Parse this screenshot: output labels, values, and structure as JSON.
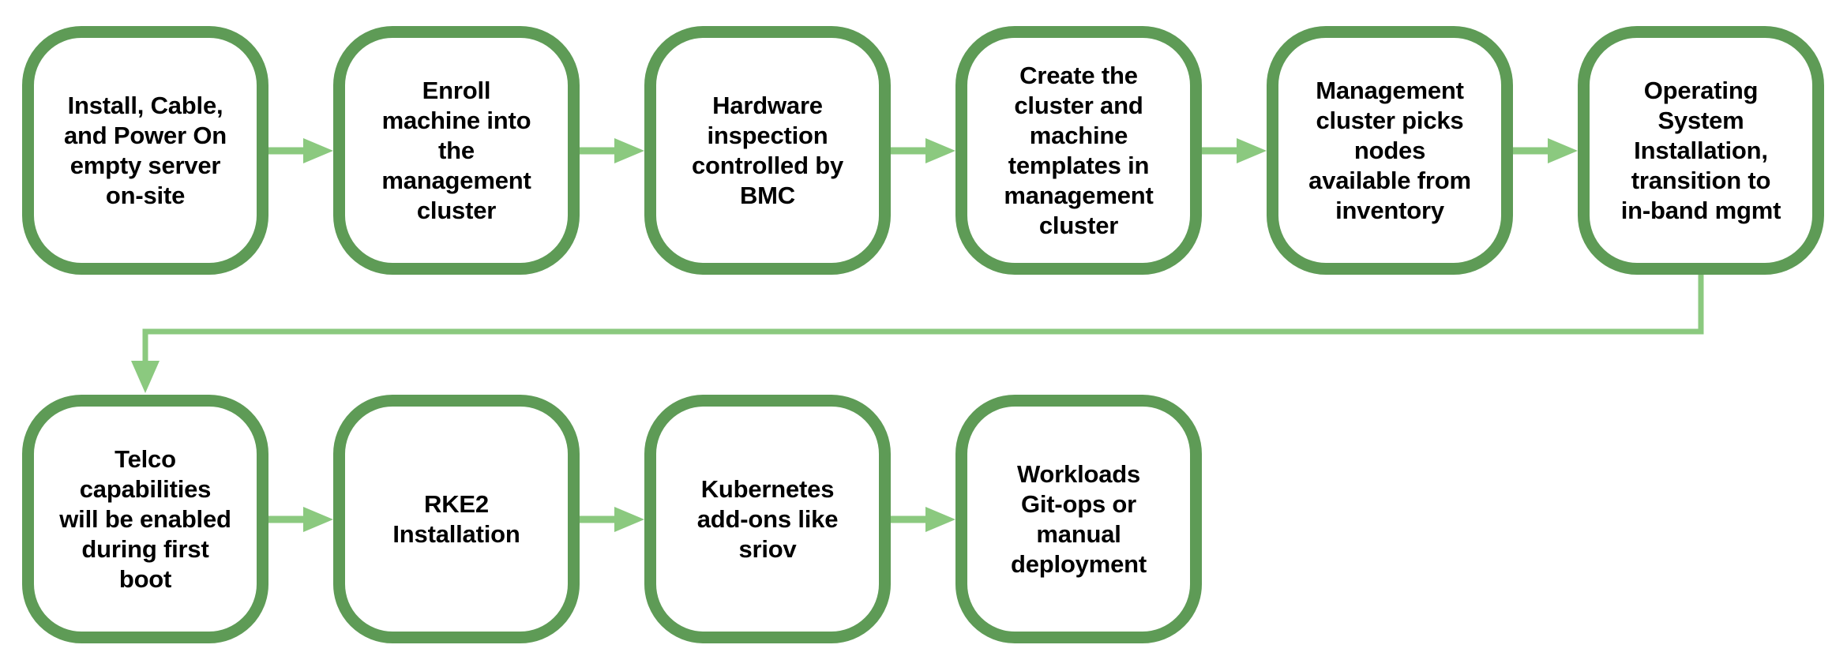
{
  "colors": {
    "node_border": "#5e9b56",
    "arrow": "#8bc97f",
    "text": "#000000",
    "background": "#ffffff"
  },
  "nodes": {
    "top_row": [
      {
        "id": "step-1",
        "label": "Install, Cable,\nand Power On\nempty server\non-site"
      },
      {
        "id": "step-2",
        "label": "Enroll\nmachine into\nthe\nmanagement\ncluster"
      },
      {
        "id": "step-3",
        "label": "Hardware\ninspection\ncontrolled by\nBMC"
      },
      {
        "id": "step-4",
        "label": "Create the\ncluster and\nmachine\ntemplates in\nmanagement\ncluster"
      },
      {
        "id": "step-5",
        "label": "Management\ncluster picks\nnodes\navailable from\ninventory"
      },
      {
        "id": "step-6",
        "label": "Operating\nSystem\nInstallation,\ntransition to\nin-band mgmt"
      }
    ],
    "bottom_row": [
      {
        "id": "step-7",
        "label": "Telco\ncapabilities\nwill be enabled\nduring first\nboot"
      },
      {
        "id": "step-8",
        "label": "RKE2\nInstallation"
      },
      {
        "id": "step-9",
        "label": "Kubernetes\nadd-ons like\nsriov"
      },
      {
        "id": "step-10",
        "label": "Workloads\nGit-ops or\nmanual\ndeployment"
      }
    ]
  },
  "edges": [
    {
      "from": "step-1",
      "to": "step-2"
    },
    {
      "from": "step-2",
      "to": "step-3"
    },
    {
      "from": "step-3",
      "to": "step-4"
    },
    {
      "from": "step-4",
      "to": "step-5"
    },
    {
      "from": "step-5",
      "to": "step-6"
    },
    {
      "from": "step-6",
      "to": "step-7"
    },
    {
      "from": "step-7",
      "to": "step-8"
    },
    {
      "from": "step-8",
      "to": "step-9"
    },
    {
      "from": "step-9",
      "to": "step-10"
    }
  ]
}
